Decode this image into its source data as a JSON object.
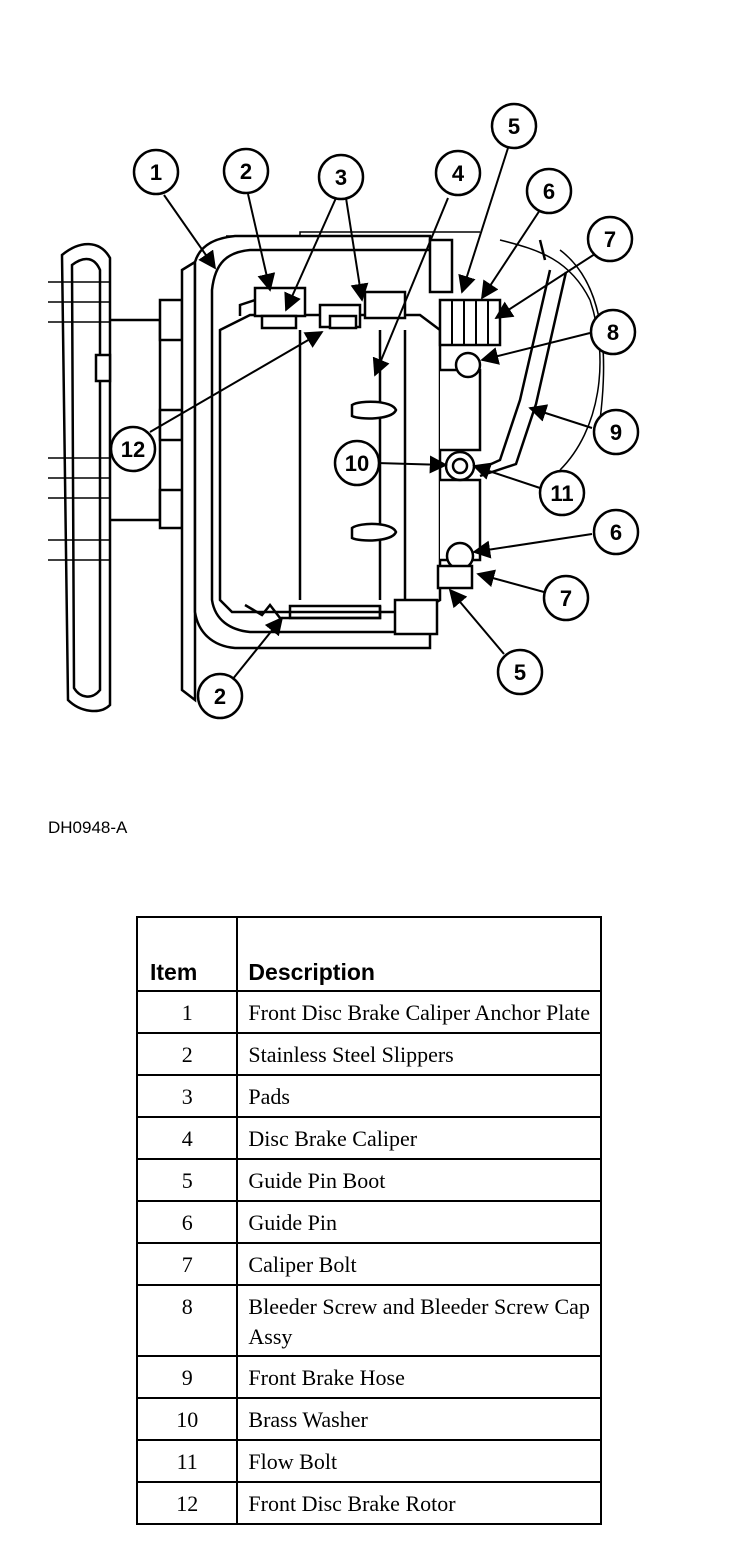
{
  "figure_code": "DH0948-A",
  "callouts": [
    "1",
    "2",
    "3",
    "4",
    "5",
    "6",
    "7",
    "8",
    "9",
    "10",
    "11",
    "12",
    "2",
    "5",
    "6",
    "7"
  ],
  "table": {
    "headers": {
      "item": "Item",
      "description": "Description"
    },
    "rows": [
      {
        "item": "1",
        "description": "Front Disc Brake Caliper Anchor Plate"
      },
      {
        "item": "2",
        "description": "Stainless Steel Slippers"
      },
      {
        "item": "3",
        "description": "Pads"
      },
      {
        "item": "4",
        "description": "Disc Brake Caliper"
      },
      {
        "item": "5",
        "description": "Guide Pin Boot"
      },
      {
        "item": "6",
        "description": "Guide Pin"
      },
      {
        "item": "7",
        "description": "Caliper Bolt"
      },
      {
        "item": "8",
        "description": "Bleeder Screw and Bleeder Screw Cap Assy"
      },
      {
        "item": "9",
        "description": "Front Brake Hose"
      },
      {
        "item": "10",
        "description": "Brass Washer"
      },
      {
        "item": "11",
        "description": "Flow Bolt"
      },
      {
        "item": "12",
        "description": "Front Disc Brake Rotor"
      }
    ]
  }
}
